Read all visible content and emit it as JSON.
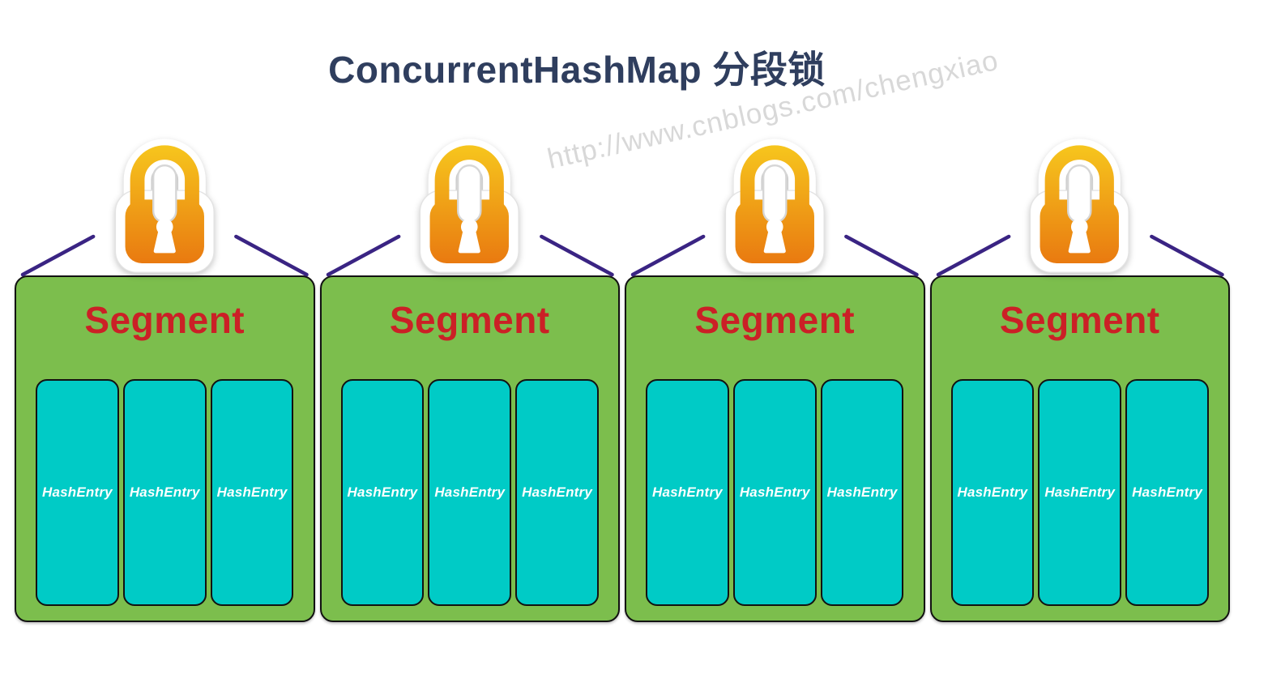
{
  "title": {
    "text": "ConcurrentHashMap 分段锁"
  },
  "watermark": {
    "text": "http://www.cnblogs.com/chengxiao"
  },
  "colors": {
    "title_navy": "#2f3e5e",
    "watermark_gray": "#d8d8d8",
    "segment_green": "#7cbe4d",
    "entry_cyan": "#00cbc6",
    "segment_label_red": "#cb2026",
    "connector_purple": "#3a2483",
    "lock_gradient_top": "#f7ca1e",
    "lock_gradient_bottom": "#e8740f",
    "box_border_black": "#121212"
  },
  "icons": {
    "lock": "padlock-icon"
  },
  "segments": [
    {
      "label": "Segment",
      "entries": [
        "HashEntry",
        "HashEntry",
        "HashEntry"
      ]
    },
    {
      "label": "Segment",
      "entries": [
        "HashEntry",
        "HashEntry",
        "HashEntry"
      ]
    },
    {
      "label": "Segment",
      "entries": [
        "HashEntry",
        "HashEntry",
        "HashEntry"
      ]
    },
    {
      "label": "Segment",
      "entries": [
        "HashEntry",
        "HashEntry",
        "HashEntry"
      ]
    }
  ]
}
